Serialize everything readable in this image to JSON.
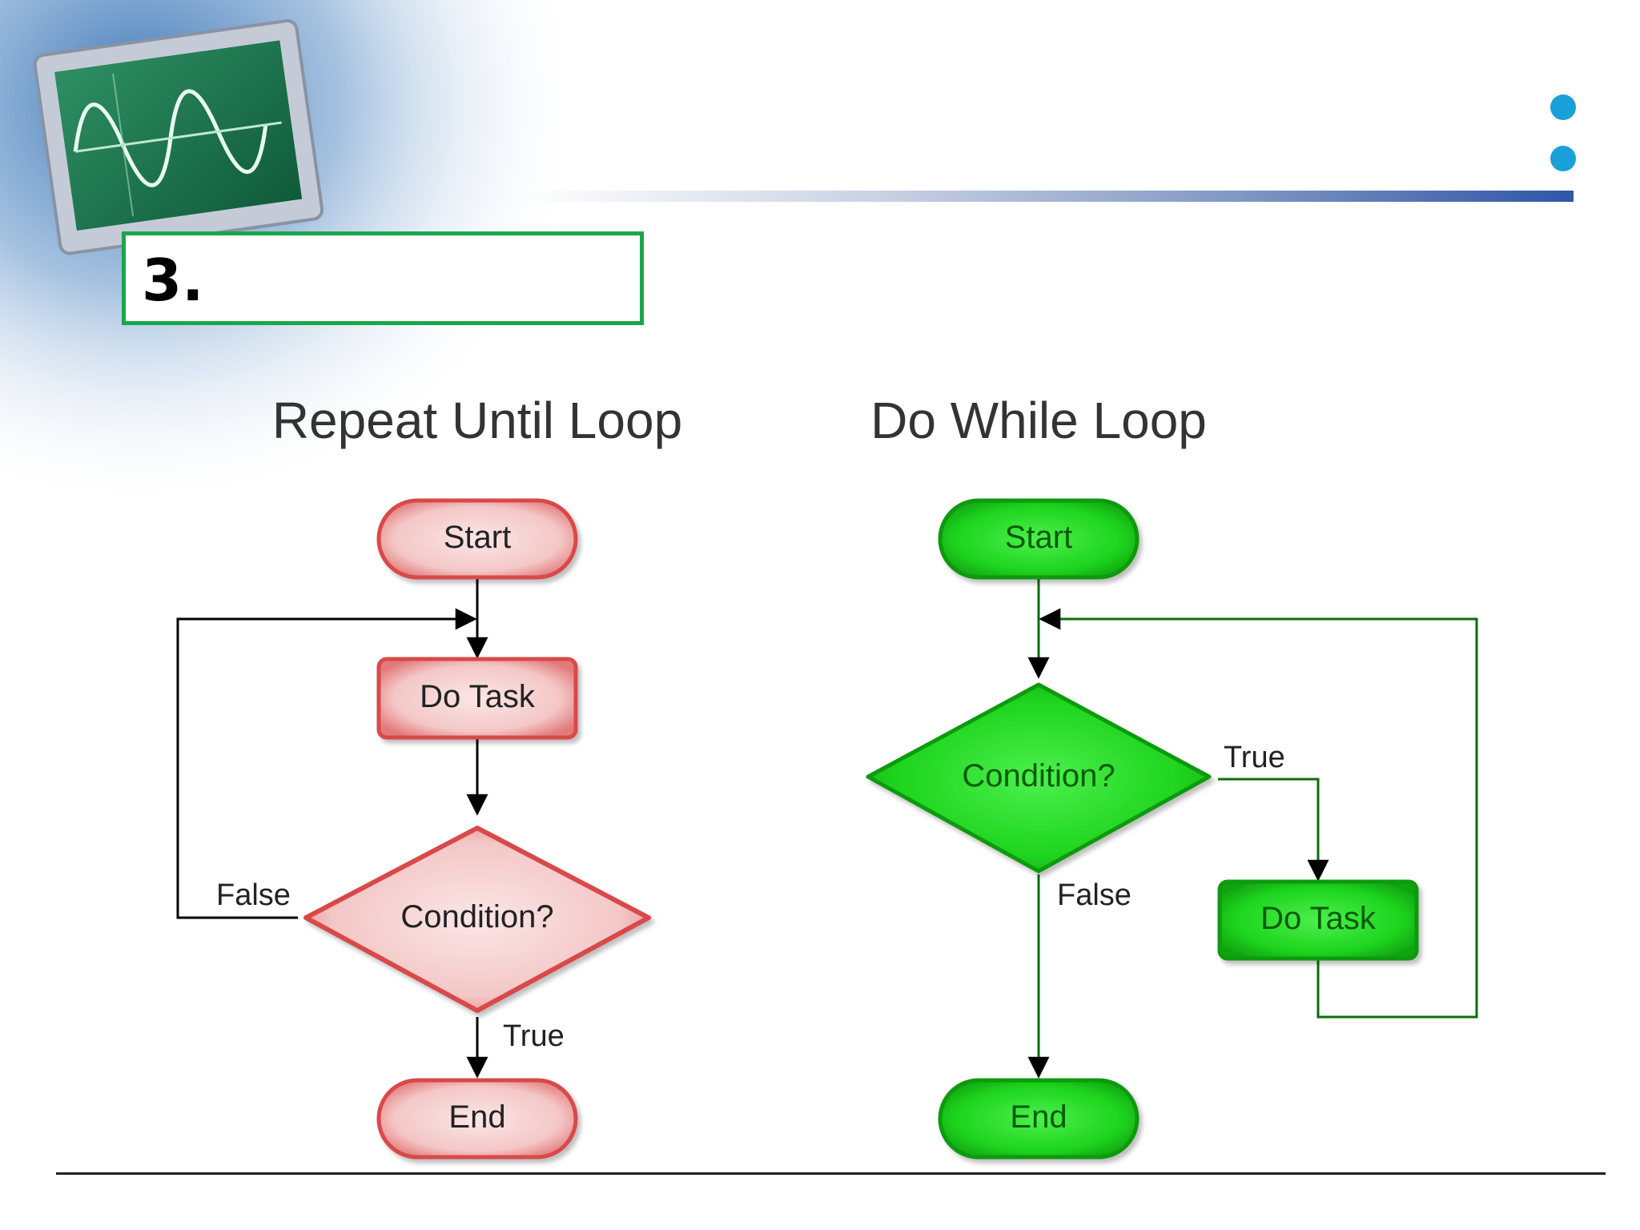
{
  "slide": {
    "number": "3."
  },
  "diagrams": {
    "repeat_until": {
      "title": "Repeat Until Loop",
      "start": "Start",
      "task": "Do Task",
      "condition": "Condition?",
      "false_label": "False",
      "true_label": "True",
      "end": "End",
      "fill_color": "#f6d0d0",
      "stroke_color": "#d94a4a",
      "line_color": "#000000"
    },
    "do_while": {
      "title": "Do While Loop",
      "start": "Start",
      "condition": "Condition?",
      "true_label": "True",
      "false_label": "False",
      "task": "Do Task",
      "end": "End",
      "fill_color": "#1ed41e",
      "stroke_color": "#119a11",
      "line_color": "#0a6e0a"
    }
  },
  "colors": {
    "accent_green": "#1aa64a",
    "accent_blue": "#1aa0d8",
    "bar_blue": "#2f55a8"
  },
  "icons": {
    "corner_art": "oscilloscope-monitor-icon"
  }
}
